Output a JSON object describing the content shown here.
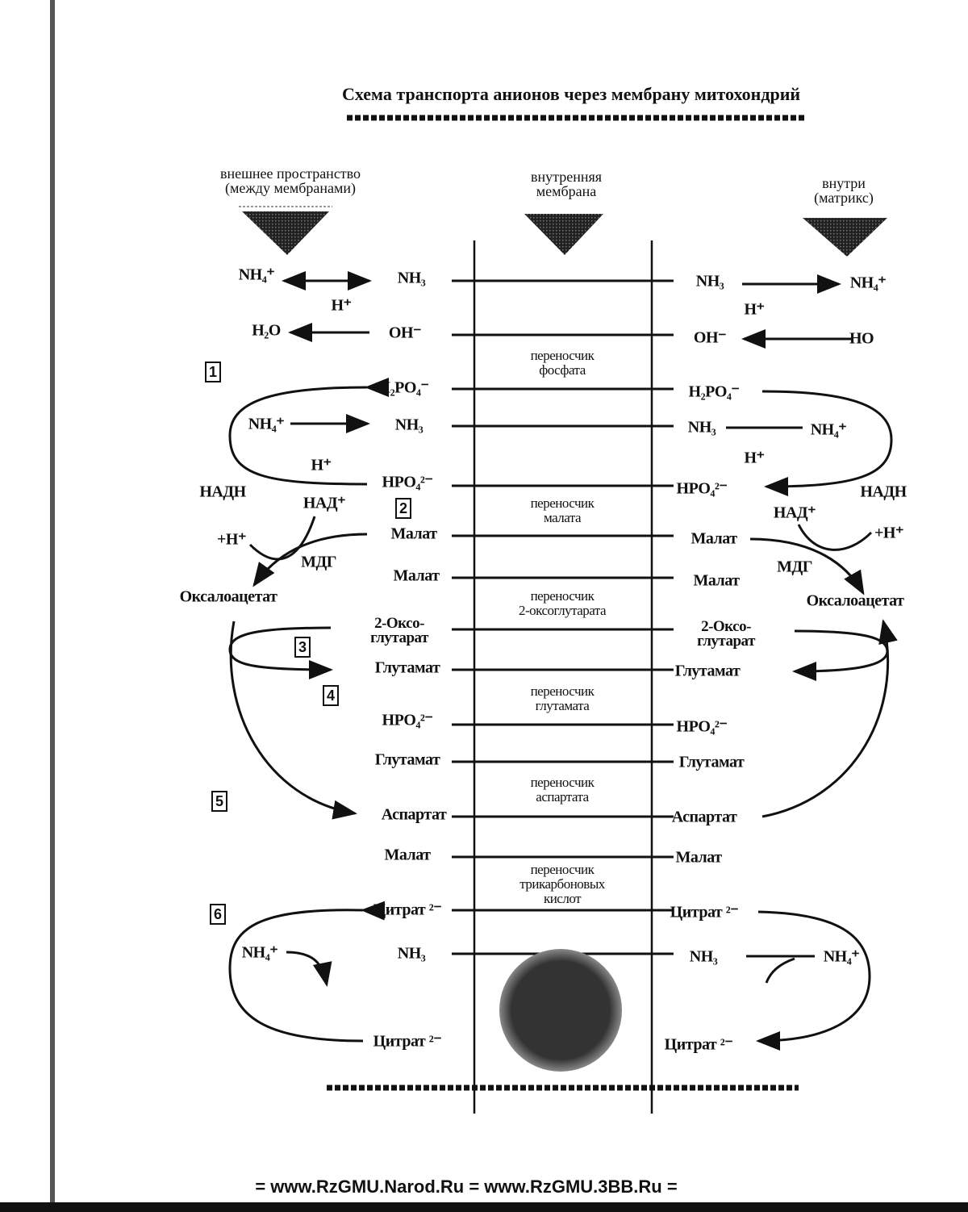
{
  "title": "Схема транспорта анионов через мембрану митохондрий",
  "headers": {
    "outer": [
      "внешнее пространство",
      "(между мембранами)"
    ],
    "membrane": [
      "внутренняя",
      "мембрана"
    ],
    "inner": [
      "внутри",
      "(матрикс)"
    ]
  },
  "box_numbers": [
    "1",
    "2",
    "3",
    "4",
    "5",
    "6"
  ],
  "carriers": {
    "phosphate": [
      "переносчик",
      "фосфата"
    ],
    "malate": [
      "переносчик",
      "малата"
    ],
    "oxoglutarate": [
      "переносчик",
      "2-оксоглутарата"
    ],
    "glutamate": [
      "переносчик",
      "глутамата"
    ],
    "aspartate": [
      "переносчик",
      "аспартата"
    ],
    "tricarboxylate": [
      "переносчик",
      "трикарбоновых",
      "кислот"
    ]
  },
  "left": {
    "nh4_1": "NH₄⁺",
    "nh3_1": "NH₃",
    "h_1": "H⁺",
    "h2o": "H₂O",
    "oh": "OH⁻",
    "h2po4": "H₂PO₄⁻",
    "nh4_2": "NH₄⁺",
    "nh3_2": "NH₃",
    "h_2": "H⁺",
    "hpo4_1": "HPO₄²⁻",
    "nadh": "НАДН",
    "nad": "НАД⁺",
    "hplus": "+H⁺",
    "mdh": "МДГ",
    "malate_1": "Малат",
    "malate_2": "Малат",
    "oxaloacetate": "Оксалоацетат",
    "oxoglutarate": [
      "2-Оксо-",
      "глутарат"
    ],
    "glutamate_1": "Глутамат",
    "hpo4_2": "HPO₄²⁻",
    "glutamate_2": "Глутамат",
    "aspartate": "Аспартат",
    "malate_3": "Малат",
    "citrate_1": "Цитрат ²⁻",
    "nh4_3": "NH₄⁺",
    "nh3_3": "NH₃",
    "citrate_2": "Цитрат ²⁻"
  },
  "right": {
    "nh3_1": "NH₃",
    "nh4_1": "NH₄⁺",
    "h_1": "H⁺",
    "oh": "OH⁻",
    "ho": "HO",
    "h2po4": "H₂PO₄⁻",
    "nh3_2": "NH₃",
    "nh4_2": "NH₄⁺",
    "h_2": "H⁺",
    "hpo4_1": "HPO₄²⁻",
    "nadh": "НАДН",
    "nad": "НАД⁺",
    "hplus": "+H⁺",
    "malate_1": "Малат",
    "mdh": "МДГ",
    "malate_2": "Малат",
    "oxaloacetate": "Оксалоацетат",
    "oxoglutarate": [
      "2-Оксо-",
      "глутарат"
    ],
    "glutamate_1": "Глутамат",
    "hpo4_2": "HPO₄²⁻",
    "glutamate_2": "Глутамат",
    "aspartate": "Аспартат",
    "malate_3": "Малат",
    "citrate_1": "Цитрат ²⁻",
    "nh3_3": "NH₃",
    "nh4_3": "NH₄⁺",
    "citrate_2": "Цитрат ²⁻"
  },
  "footer": "= www.RzGMU.Narod.Ru = www.RzGMU.3BB.Ru ="
}
